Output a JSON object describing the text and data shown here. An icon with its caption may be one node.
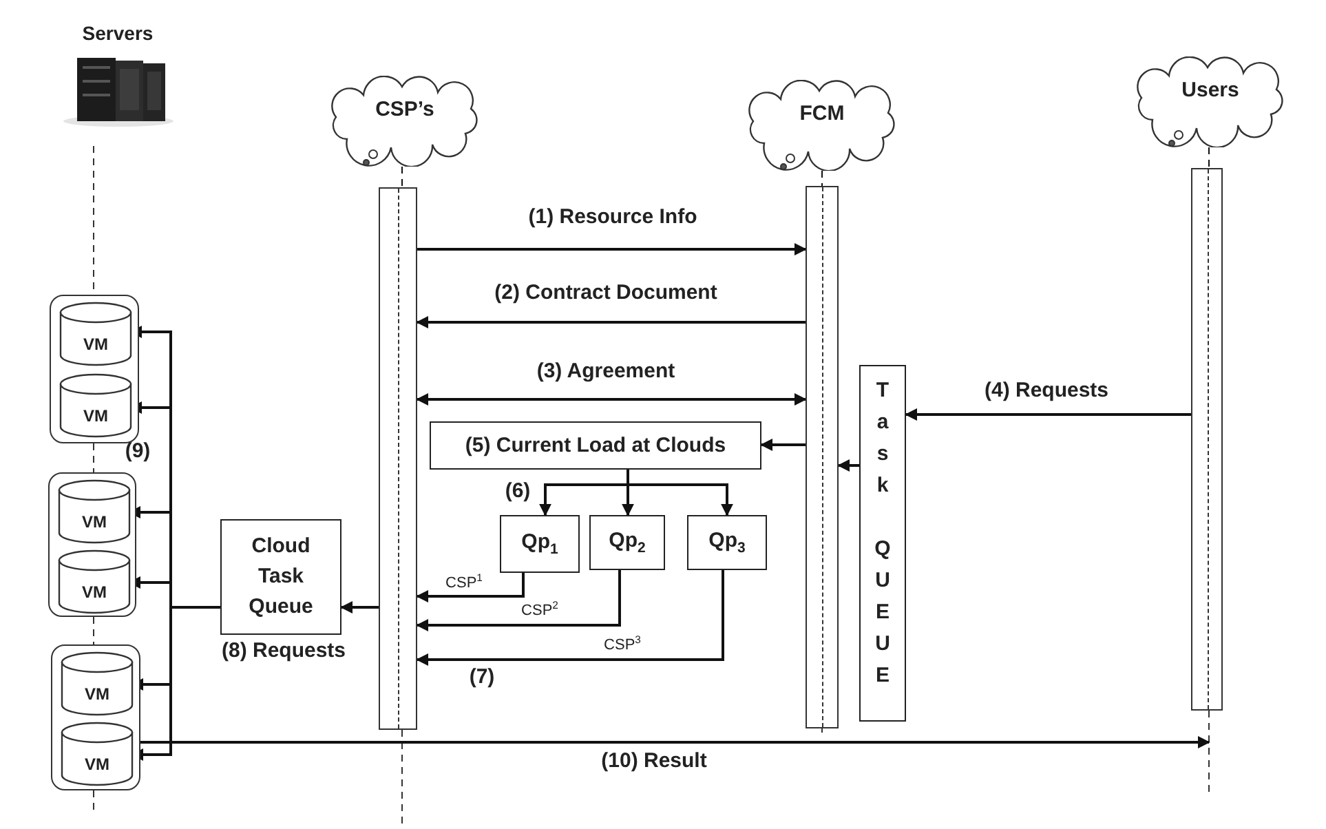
{
  "diagram": {
    "nodes": [
      {
        "text": [
          "Servers"
        ]
      },
      {
        "text": [
          "CSP’s"
        ]
      },
      {
        "text": [
          "FCM"
        ]
      },
      {
        "text": [
          "Users"
        ]
      },
      {
        "text": [],
        "shape": "bar"
      },
      {
        "text": [],
        "shape": "bar"
      },
      {
        "text": [],
        "shape": "bar"
      },
      {
        "text": [
          "Task QUEUE"
        ]
      },
      {
        "text": [
          "(5) Current Load at Clouds"
        ]
      },
      {
        "text": [
          "Qp$_{1}$"
        ]
      },
      {
        "text": [
          "Qp$_{2}$"
        ]
      },
      {
        "text": [
          "Qp$_{3}$"
        ]
      },
      {
        "text": [
          "Cloud Task Queue"
        ],
        "beside": [
          "(8) Requests"
        ]
      },
      {
        "text": [],
        "shape": "box"
      },
      {
        "text": [
          "VM"
        ],
        "in": 13
      },
      {
        "text": [
          "VM"
        ],
        "in": 13
      },
      {
        "text": [],
        "shape": "box"
      },
      {
        "text": [
          "VM"
        ],
        "in": 16
      },
      {
        "text": [
          "VM"
        ],
        "in": 16
      },
      {
        "text": [],
        "shape": "box"
      },
      {
        "text": [
          "VM"
        ],
        "in": 19
      },
      {
        "text": [
          "VM"
        ],
        "in": 19
      }
    ],
    "edges": [
      {
        "from": 4,
        "to": 5,
        "arrow": "to",
        "label": "(1) Resource Info"
      },
      {
        "from": 5,
        "to": 4,
        "arrow": "to",
        "label": "(2) Contract Document"
      },
      {
        "from": 4,
        "to": 5,
        "arrow": "both",
        "label": "(3) Agreement"
      },
      {
        "from": 6,
        "to": 7,
        "arrow": "to",
        "label": "(4) Requests"
      },
      {
        "from": 5,
        "to": 8,
        "arrow": "to"
      },
      {
        "from": 7,
        "to": 5,
        "arrow": "to"
      },
      {
        "from": 8,
        "to": 9,
        "arrow": "to"
      },
      {
        "from": 8,
        "to": 10,
        "arrow": "to"
      },
      {
        "from": 8,
        "to": 11,
        "arrow": "to"
      },
      {
        "from": 9,
        "to": 4,
        "arrow": "to",
        "label": "CSP$^{1}$"
      },
      {
        "from": 10,
        "to": 4,
        "arrow": "to",
        "label": "CSP$^{2}$"
      },
      {
        "from": 11,
        "to": 4,
        "arrow": "to",
        "label": "CSP$^{3}$"
      },
      {
        "from": 4,
        "to": 12,
        "arrow": "to"
      },
      {
        "from": 12,
        "to": 14,
        "arrow": "to"
      },
      {
        "from": 12,
        "to": 15,
        "arrow": "to"
      },
      {
        "from": 12,
        "to": 17,
        "arrow": "to"
      },
      {
        "from": 12,
        "to": 18,
        "arrow": "to"
      },
      {
        "from": 12,
        "to": 20,
        "arrow": "to"
      },
      {
        "from": 12,
        "to": 21,
        "arrow": "to"
      },
      {
        "from": 19,
        "to": 6,
        "arrow": "to",
        "label": "(10) Result"
      },
      {
        "from": 1,
        "to": 4,
        "arrow": "none",
        "style": "dashed"
      },
      {
        "from": 2,
        "to": 5,
        "arrow": "none",
        "style": "dashed"
      },
      {
        "from": 3,
        "to": 6,
        "arrow": "none",
        "style": "dashed"
      }
    ],
    "labels": [
      "(6)",
      "(9)",
      "(7)"
    ]
  }
}
